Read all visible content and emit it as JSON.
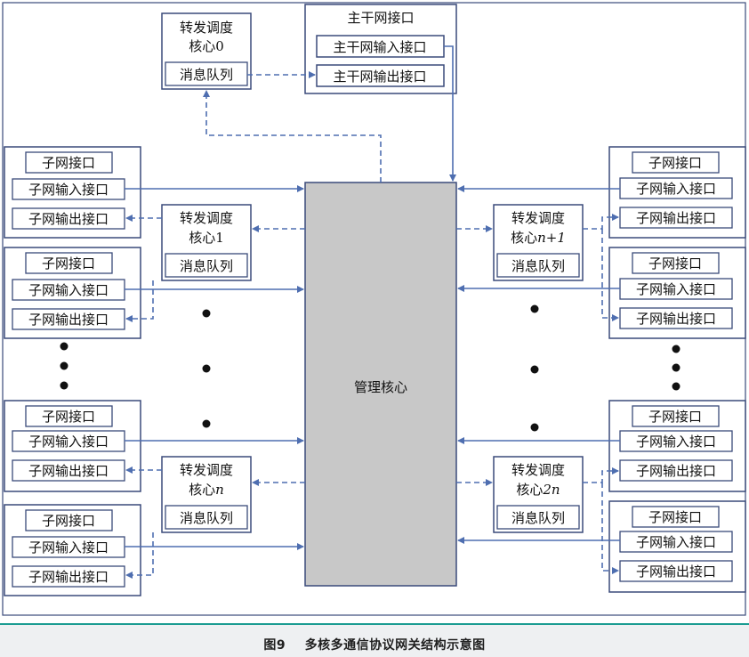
{
  "labels": {
    "forward_core": "转发调度",
    "core_prefix": "核心",
    "message_queue": "消息队列",
    "backbone_interface": "主干网接口",
    "backbone_input": "主干网输入接口",
    "backbone_output": "主干网输出接口",
    "subnet_interface": "子网接口",
    "subnet_input": "子网输入接口",
    "subnet_output": "子网输出接口",
    "management_core": "管理核心"
  },
  "cores": {
    "core0_id": "0",
    "core1_id": "1",
    "core_n_id": "n",
    "core_n1_id": "n+1",
    "core_2n_id": "2n"
  },
  "caption": {
    "figure_label": "图9",
    "title": "多核多通信协议网关结构示意图"
  },
  "colors": {
    "box_stroke": "#3a4a7a",
    "arrow": "#4e6eb0",
    "management_fill": "#c8c8c8"
  }
}
